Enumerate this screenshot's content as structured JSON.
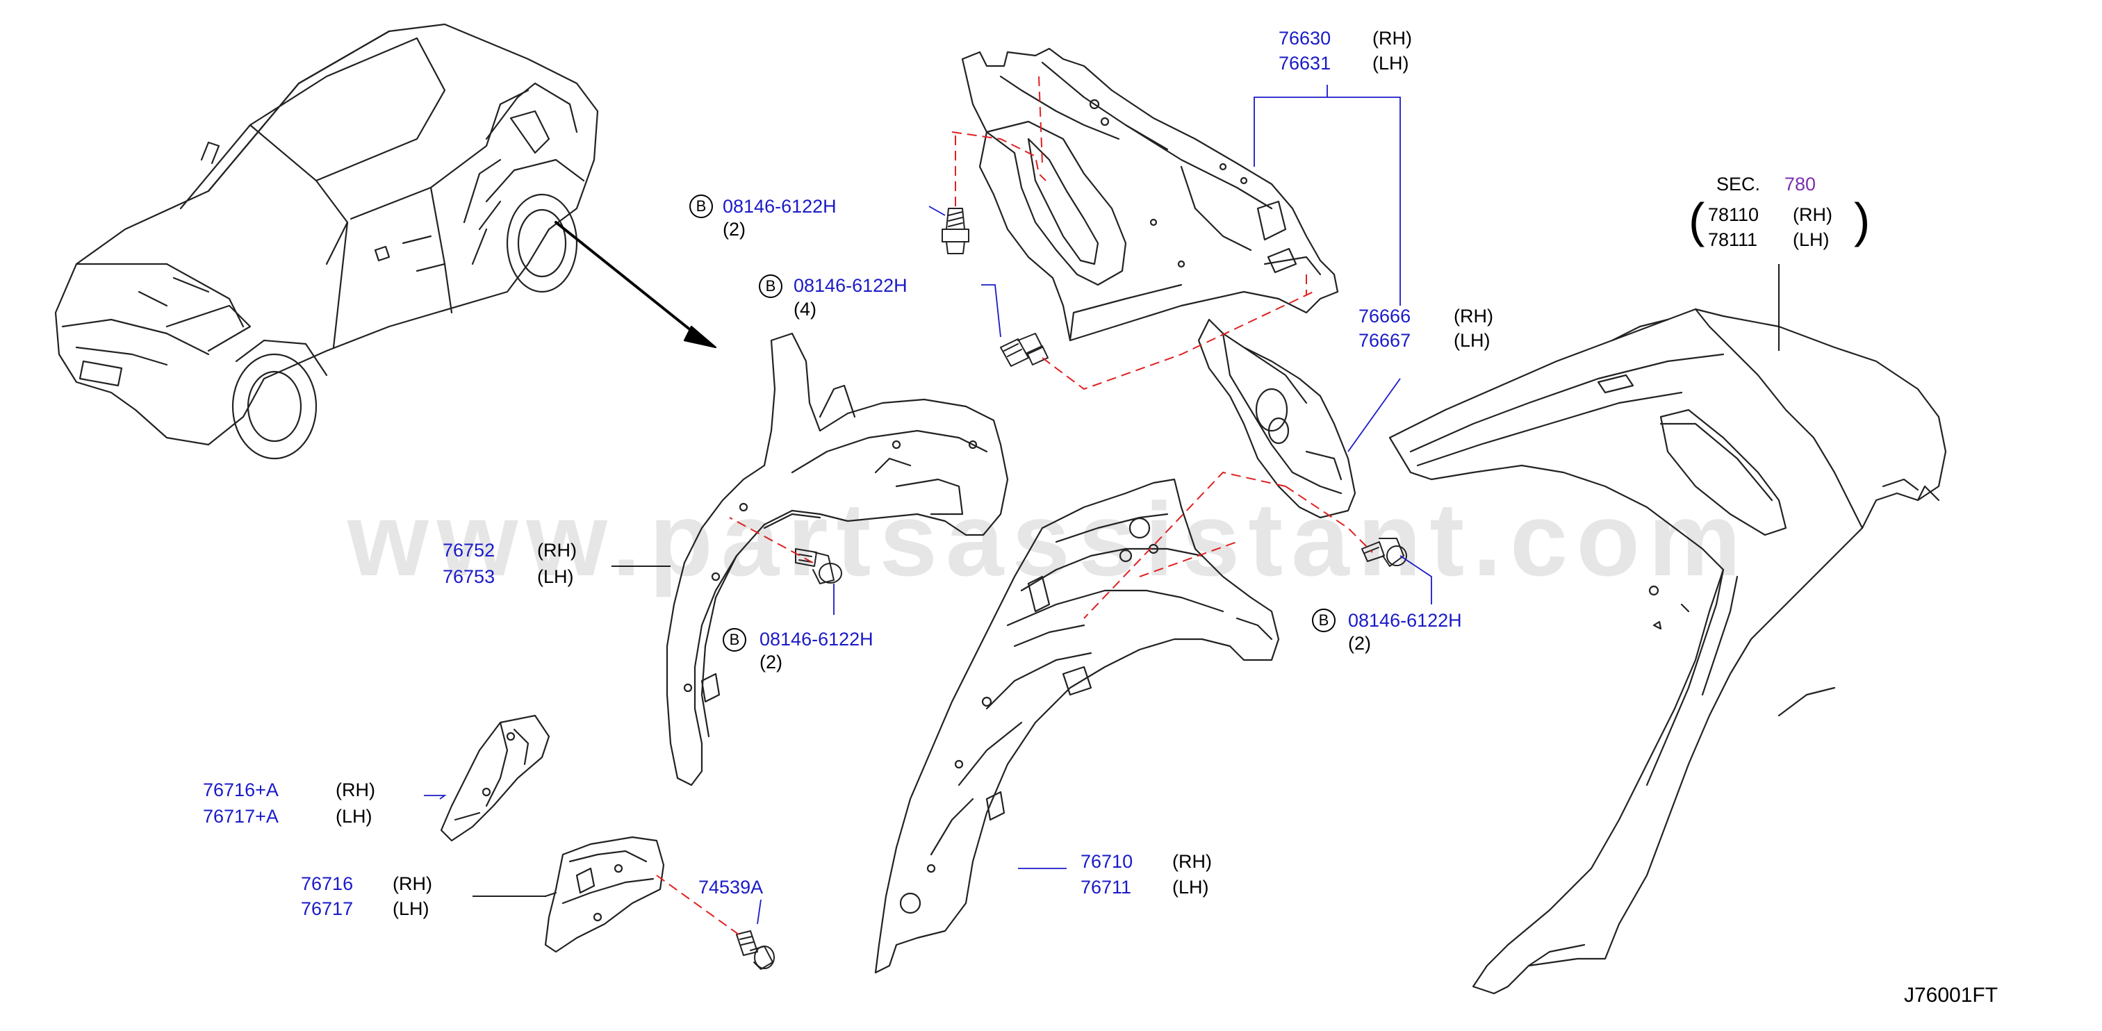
{
  "watermark": "www.partsassistant.com",
  "diagram_code": "J76001FT",
  "section_ref": {
    "prefix": "SEC.",
    "number": "780"
  },
  "bolt_code": "08146-6122H",
  "bolt_marker": "B",
  "labels": {
    "p76630": "76630",
    "p76631": "76631",
    "p76666": "76666",
    "p76667": "76667",
    "p78110": "78110",
    "p78111": "78111",
    "p76752": "76752",
    "p76753": "76753",
    "p76716a": "76716+A",
    "p76717a": "76717+A",
    "p76716": "76716",
    "p76717": "76717",
    "p74539a": "74539A",
    "p76710": "76710",
    "p76711": "76711",
    "rh": "(RH)",
    "lh": "(LH)",
    "q2": "(2)",
    "q4": "(4)"
  },
  "colors": {
    "part_number": "#1a1ac8",
    "section": "#7a2fb0",
    "leader": "#1a1ac8",
    "dash": "#e02020"
  }
}
